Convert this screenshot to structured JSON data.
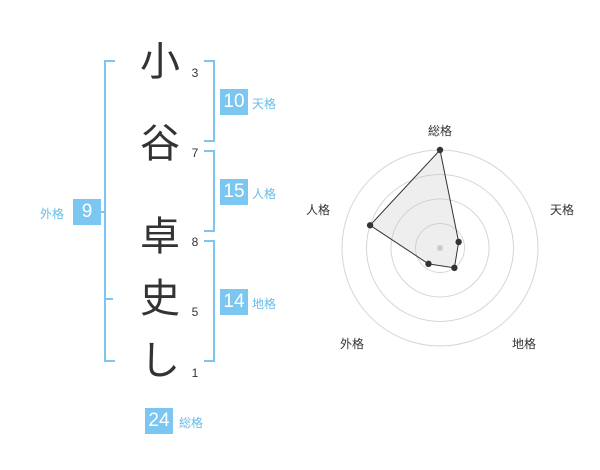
{
  "name": {
    "chars": [
      {
        "char": "小",
        "strokes": "3"
      },
      {
        "char": "谷",
        "strokes": "7"
      },
      {
        "char": "卓",
        "strokes": "8"
      },
      {
        "char": "史",
        "strokes": "5"
      },
      {
        "char": "し",
        "strokes": "1"
      }
    ]
  },
  "scores": {
    "tenkaku": {
      "value": "10",
      "label": "天格"
    },
    "jinkaku": {
      "value": "15",
      "label": "人格"
    },
    "chikaku": {
      "value": "14",
      "label": "地格"
    },
    "gaikaku": {
      "value": "9",
      "label": "外格"
    },
    "soukaku": {
      "value": "24",
      "label": "総格"
    }
  },
  "colors": {
    "accent": "#7cc6f2",
    "accent_text": "#66bce8"
  },
  "chart_data": {
    "type": "radar",
    "axes": [
      "総格",
      "天格",
      "地格",
      "外格",
      "人格"
    ],
    "values": [
      1.0,
      0.2,
      0.25,
      0.2,
      0.75
    ],
    "rings": 4,
    "range": [
      0,
      1
    ]
  }
}
